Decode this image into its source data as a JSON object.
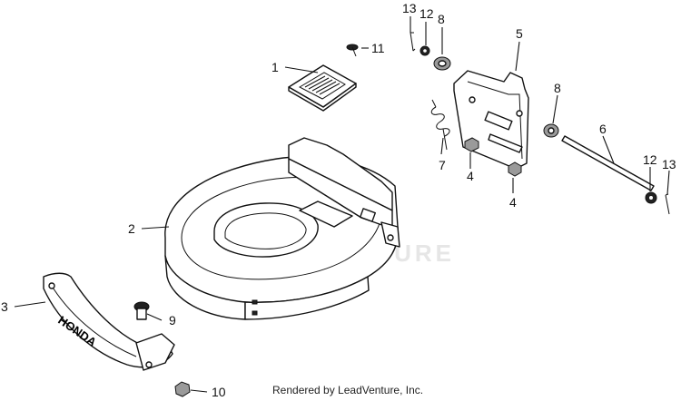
{
  "diagram": {
    "callouts": [
      {
        "id": "1",
        "label": "1"
      },
      {
        "id": "2",
        "label": "2"
      },
      {
        "id": "3",
        "label": "3"
      },
      {
        "id": "4a",
        "label": "4"
      },
      {
        "id": "4b",
        "label": "4"
      },
      {
        "id": "5",
        "label": "5"
      },
      {
        "id": "6",
        "label": "6"
      },
      {
        "id": "7",
        "label": "7"
      },
      {
        "id": "8a",
        "label": "8"
      },
      {
        "id": "8b",
        "label": "8"
      },
      {
        "id": "9",
        "label": "9"
      },
      {
        "id": "10",
        "label": "10"
      },
      {
        "id": "11",
        "label": "11"
      },
      {
        "id": "12a",
        "label": "12"
      },
      {
        "id": "12b",
        "label": "12"
      },
      {
        "id": "13a",
        "label": "13"
      },
      {
        "id": "13b",
        "label": "13"
      }
    ],
    "watermark": "LEADVENTURE",
    "guard_lettering": "HONDA"
  },
  "footer": {
    "credit": "Rendered by LeadVenture, Inc."
  }
}
